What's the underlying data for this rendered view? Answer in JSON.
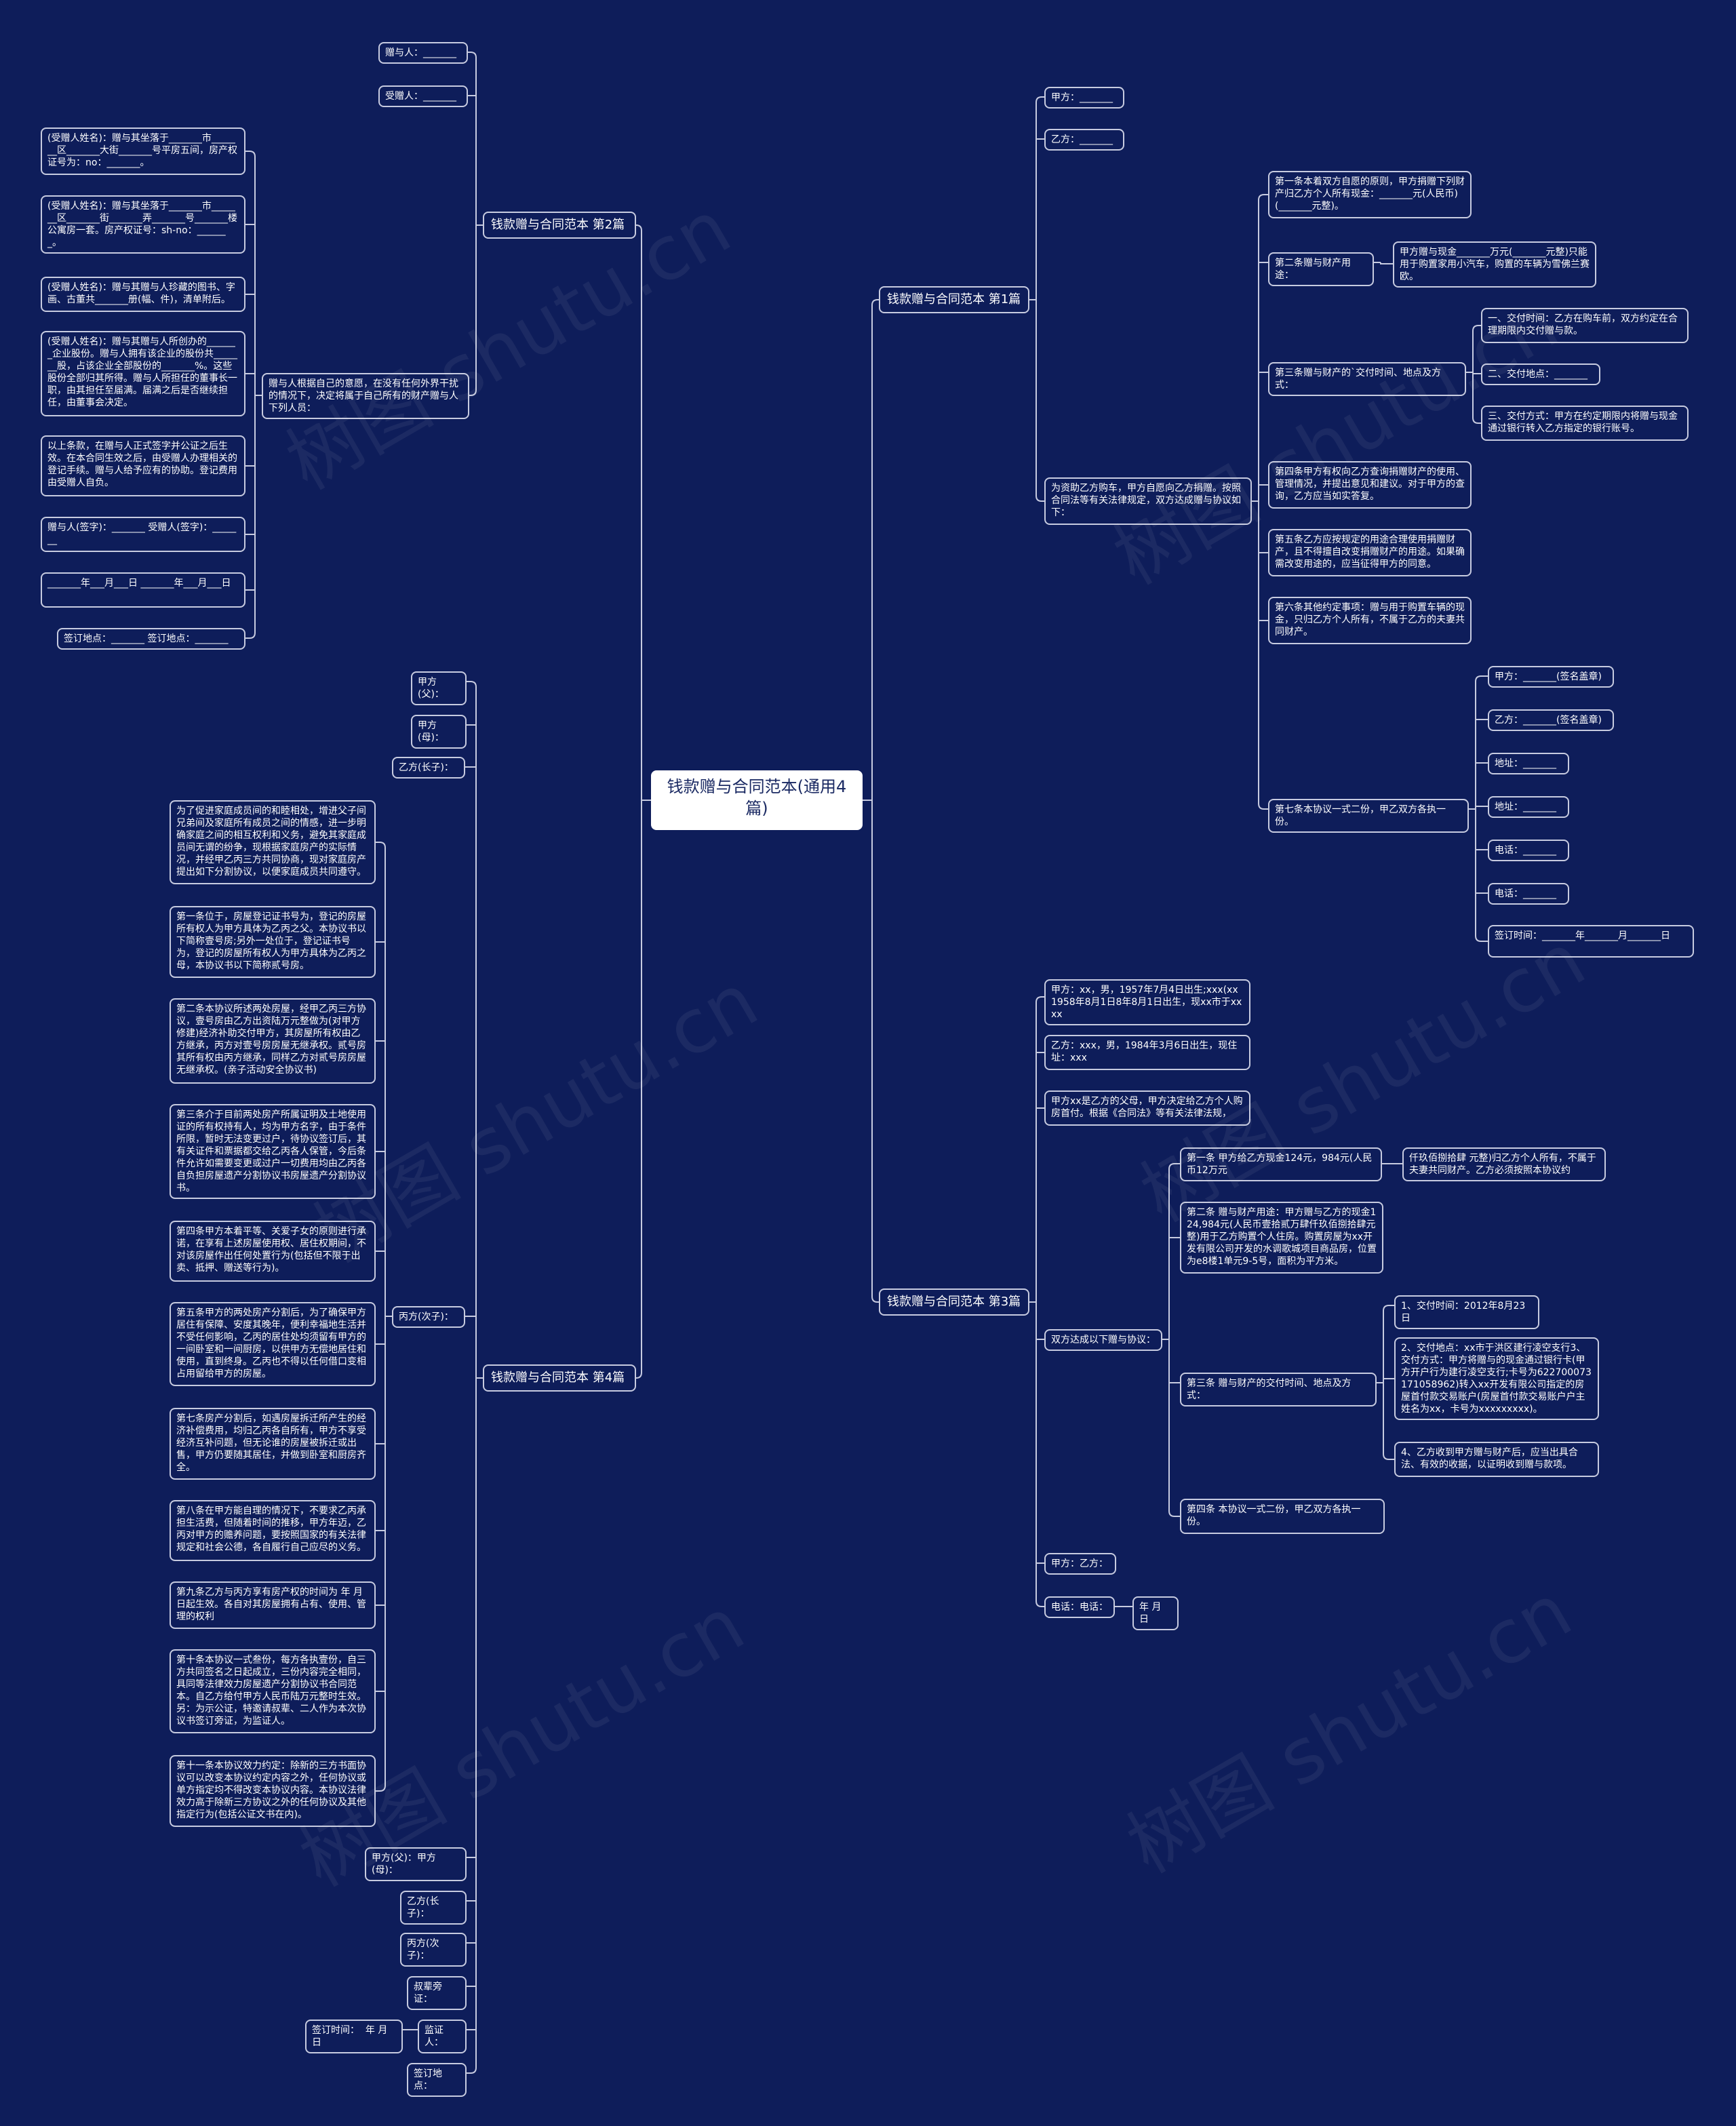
{
  "root": "钱款赠与合同范本(通用4篇)",
  "watermark": "树图 shutu.cn",
  "colors": {
    "background": "#0e1d5a",
    "line": "#c7cbe0",
    "root_bg": "#ffffff",
    "root_text": "#1b2a63"
  },
  "nodes": {
    "b1": "钱款赠与合同范本 第1篇",
    "b1_jia": "甲方：_______",
    "b1_yi": "乙方：_______",
    "b1_intro": "为资助乙方购车，甲方自愿向乙方捐赠。按照合同法等有关法律规定，双方达成赠与协议如下：",
    "b1_a1": "第一条本着双方自愿的原则，甲方捐赠下列财产归乙方个人所有现金：_______元(人民币)(_______元整)。",
    "b1_a2": "第二条赠与财产用途：",
    "b1_a2_c": "甲方赠与现金_______万元(_______元整)只能用于购置家用小汽车，购置的车辆为雪佛兰赛欧。",
    "b1_a3": "第三条赠与财产的`交付时间、地点及方式：",
    "b1_a3_c1": "一、交付时间：乙方在购车前，双方约定在合理期限内交付赠与款。",
    "b1_a3_c2": "二、交付地点：_______",
    "b1_a3_c3": "三、交付方式：甲方在约定期限内将赠与现金通过银行转入乙方指定的银行账号。",
    "b1_a4": "第四条甲方有权向乙方查询捐赠财产的使用、管理情况，并提出意见和建议。对于甲方的查询，乙方应当如实答复。",
    "b1_a5": "第五条乙方应按规定的用途合理使用捐赠财产，且不得擅自改变捐赠财产的用途。如果确需改变用途的，应当征得甲方的同意。",
    "b1_a6": "第六条其他约定事项：赠与用于购置车辆的现金，只归乙方个人所有，不属于乙方的夫妻共同财产。",
    "b1_a7": "第七条本协议一式二份，甲乙双方各执一份。",
    "b1_a7_c1": "甲方：_______(签名盖章)",
    "b1_a7_c2": "乙方：_______(签名盖章)",
    "b1_a7_c3": "地址：_______",
    "b1_a7_c4": "地址：_______",
    "b1_a7_c5": "电话：_______",
    "b1_a7_c6": "电话：_______",
    "b1_a7_c7": "签订时间：_______年_______月_______日",
    "b2": "钱款赠与合同范本 第2篇",
    "b2_zy": "赠与人：_______",
    "b2_sz": "受赠人：_______",
    "b2_intro": "赠与人根据自己的意愿，在没有任何外界干扰的情况下，决定将属于自己所有的财产赠与人下列人员：",
    "b2_c1": "(受赠人姓名)：赠与其坐落于_______市_______区_______大街_______号平房五间，房产权证号为：no：_______。",
    "b2_c2": "(受赠人姓名)：赠与其坐落于_______市_______区_______街_______弄_______号_______楼公寓房一套。房产权证号：sh-no：_______。",
    "b2_c3": "(受赠人姓名)：赠与其赠与人珍藏的图书、字画、古董共_______册(幅、件)，清单附后。",
    "b2_c4": "(受赠人姓名)：赠与其赠与人所创办的_______企业股份。赠与人拥有该企业的股份共_______股，占该企业全部股份的_______%。这些股份全部归其所得。赠与人所担任的董事长一职，由其担任至届满。届满之后是否继续担任，由董事会决定。",
    "b2_c5": "以上条款，在赠与人正式签字并公证之后生效。在本合同生效之后，由受赠人办理相关的登记手续。赠与人给予应有的协助。登记费用由受赠人自负。",
    "b2_c6": "赠与人(签字)：_______ 受赠人(签字)：_______",
    "b2_c7": "_______年___月___日 _______年___月___日",
    "b2_c8": "签订地点：_______ 签订地点：_______",
    "b3": "钱款赠与合同范本 第3篇",
    "b3_jia": "甲方：xx，男，1957年7月4日出生;xxx(xx1958年8月1日8年8月1日出生，现xx市于xxxx",
    "b3_yi": "乙方：xxx，男，1984年3月6日出生，现住址：xxx",
    "b3_fz": "甲方xx是乙方的父母，甲方决定给乙方个人购房首付。根据《合同法》等有关法律法规，",
    "b3_agree": "双方达成以下赠与协议：",
    "b3_a1": "第一条 甲方给乙方现金124元，984元(人民币12万元",
    "b3_a1_c": "仟玖佰捌拾肆 元整)归乙方个人所有，不属于夫妻共同财产。乙方必须按照本协议约",
    "b3_a2": "第二条 赠与财产用途：甲方赠与乙方的现金124,984元(人民币壹拾贰万肆仟玖佰捌拾肆元整)用于乙方购置个人住房。购置房屋为xx开发有限公司开发的水调歌城项目商品房，位置为e8楼1单元9-5号，面积为平方米。",
    "b3_a3": "第三条 赠与财产的交付时间、地点及方式：",
    "b3_a3_c1": "1、交付时间：2012年8月23日",
    "b3_a3_c2": "2、交付地点：xx市于洪区建行凌空支行3、交付方式：甲方将赠与的现金通过银行卡(甲方开户行为建行凌空支行;卡号为622700073171058962)转入xx开发有限公司指定的房屋首付款交易账户(房屋首付款交易账户户主姓名为xx，卡号为xxxxxxxxx)。",
    "b3_a3_c3": "4、乙方收到甲方赠与财产后，应当出具合法、有效的收据，以证明收到赠与款项。",
    "b3_a4": "第四条 本协议一式二份，甲乙双方各执一份。",
    "b3_sign": "甲方：乙方：",
    "b3_tel": "电话：电话：",
    "b3_date": "年 月 日",
    "b4": "钱款赠与合同范本 第4篇",
    "b4_fu": "甲方(父)：",
    "b4_mu": "甲方(母)：",
    "b4_zhang": "乙方(长子)：",
    "b4_ci": "丙方(次子)：",
    "b4_c1": "为了促进家庭成员间的和睦相处，增进父子间兄弟间及家庭所有成员之间的情感，进一步明确家庭之间的相互权利和义务，避免其家庭成员间无谓的纷争，现根据家庭房产的实际情况，并经甲乙丙三方共同协商，现对家庭房产提出如下分割协议，以便家庭成员共同遵守。",
    "b4_c2": "第一条位于，房屋登记证书号为，登记的房屋所有权人为甲方具体为乙丙之父。本协议书以下简称壹号房;另外一处位于，登记证书号为，登记的房屋所有权人为甲方具体为乙丙之母，本协议书以下简称贰号房。",
    "b4_c3": "第二条本协议所述两处房屋，经甲乙丙三方协议，壹号房由乙方出资陆万元整做为(对甲方修建)经济补助交付甲方，其房屋所有权由乙方继承，丙方对壹号房房屋无继承权。贰号房其所有权由丙方继承，同样乙方对贰号房房屋无继承权。(亲子活动安全协议书)",
    "b4_c4": "第三条介于目前两处房产所属证明及土地使用证的所有权持有人，均为甲方名字，由于条件所限，暂时无法变更过户，待协议签订后，其有关证件和票据都交给乙丙各人保管，今后条件允许如需要变更或过户一切费用均由乙丙各自负担房屋遗产分割协议书房屋遗产分割协议书。",
    "b4_c5": "第四条甲方本着平等、关爱子女的原则进行承诺，在享有上述房屋使用权、居住权期间，不对该房屋作出任何处置行为(包括但不限于出卖、抵押、赠送等行为)。",
    "b4_c6": "第五条甲方的两处房产分割后，为了确保甲方居住有保障、安度其晚年，便利幸福地生活并不受任何影响，乙丙的居住处均须留有甲方的一间卧室和一间厨房，以供甲方无偿地居住和使用，直到终身。乙丙也不得以任何借口变相占用留给甲方的房屋。",
    "b4_c7": "第七条房产分割后，如遇房屋拆迁所产生的经济补偿费用，均归乙丙各自所有，甲方不享受经济互补问题，但无论谁的房屋被拆迁或出售，甲方仍要随其居住，并做到卧室和厨房齐全。",
    "b4_c8": "第八条在甲方能自理的情况下，不要求乙丙承担生活费，但随着时间的推移，甲方年迈，乙丙对甲方的赡养问题，要按照国家的有关法律规定和社会公德，各自履行自己应尽的义务。",
    "b4_c9": "第九条乙方与丙方享有房产权的时间为 年 月 日起生效。各自对其房屋拥有占有、使用、管理的权利",
    "b4_c10": "第十条本协议一式叁份，每方各执壹份，自三方共同签名之日起成立，三份内容完全相同，具同等法律效力房屋遗产分割协议书合同范本。自乙方给付甲方人民币陆万元整时生效。另：为示公证，特邀请叔辈、二人作为本次协议书签订旁证，为监证人。",
    "b4_c11": "第十一条本协议效力约定：除新的三方书面协议可以改变本协议约定内容之外，任何协议或单方指定均不得改变本协议内容。本协议法律效力高于除新三方协议之外的任何协议及其他指定行为(包括公证文书在内)。",
    "b4_sig1": "甲方(父)：甲方(母)：",
    "b4_sig2": "乙方(长子)：",
    "b4_sig3": "丙方(次子)：",
    "b4_sig4": "叔辈旁证：",
    "b4_sig5": "监证人：",
    "b4_sig5_c": "签订时间：  年 月 日",
    "b4_sig6": "签订地点："
  }
}
